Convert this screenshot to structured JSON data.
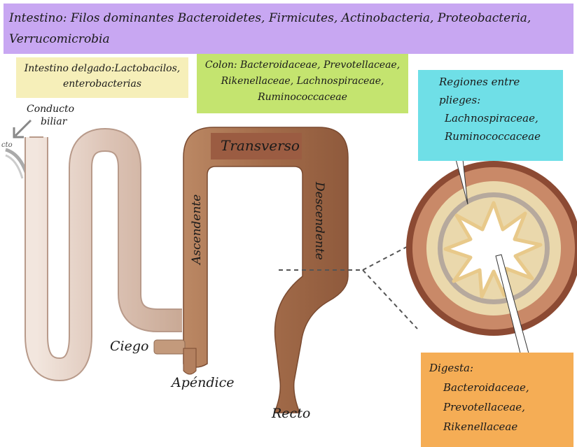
{
  "header": {
    "label": "Intestino:",
    "text": "Filos dominantes Bacteroidetes, Firmicutes, Actinobacteria, Proteobacteria,",
    "text2": "Verrucomicrobia"
  },
  "small_intestine_box": {
    "label": "Intestino delgado:",
    "line1": "Lactobacilos,",
    "line2": "enterobacterias"
  },
  "colon_box": {
    "line1": "Colon: Bacteroidaceae, Prevotellaceae,",
    "line2": "Rikenellaceae, Lachnospiraceae,",
    "line3": "Ruminococcaceae"
  },
  "folds_box": {
    "title1": "Regiones entre",
    "title2": "plieges:",
    "items": [
      "Lachnospiraceae,",
      "Ruminococcaceae"
    ]
  },
  "digesta_box": {
    "title": "Digesta:",
    "items": [
      "Bacteroidaceae,",
      "Prevotellaceae,",
      "Rikenellaceae"
    ]
  },
  "labels": {
    "bile_duct_line1": "Conducto",
    "bile_duct_line2": "biliar",
    "duct_fragment": "cto",
    "transverse": "Transverso",
    "ascending": "Ascendente",
    "descending": "Descendente",
    "cecum": "Ciego",
    "appendix": "Apéndice",
    "rectum": "Recto"
  },
  "colors": {
    "header": "#c8a7f2",
    "small_intestine": "#f6efb9",
    "colon": "#c4e46f",
    "folds": "#6fdfe7",
    "digesta": "#f5ad55",
    "colon_tissue": "#a86f4c",
    "small_intestine_tissue": "#dcc2b4"
  }
}
